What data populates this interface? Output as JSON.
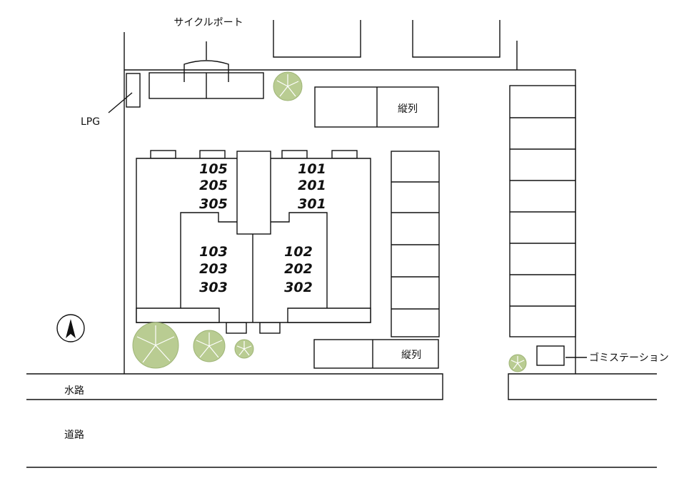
{
  "labels": {
    "cycle_port": "サイクルポート",
    "lpg": "LPG",
    "tandem_top": "縦列",
    "tandem_bottom": "縦列",
    "garbage_station": "ゴミステーション",
    "waterway": "水路",
    "road": "道路",
    "compass": "N"
  },
  "units": {
    "top_left": [
      "105",
      "205",
      "305"
    ],
    "top_right": [
      "101",
      "201",
      "301"
    ],
    "bottom_left": [
      "103",
      "203",
      "303"
    ],
    "bottom_right": [
      "102",
      "202",
      "302"
    ]
  },
  "colors": {
    "tree": "#b9cc92"
  }
}
